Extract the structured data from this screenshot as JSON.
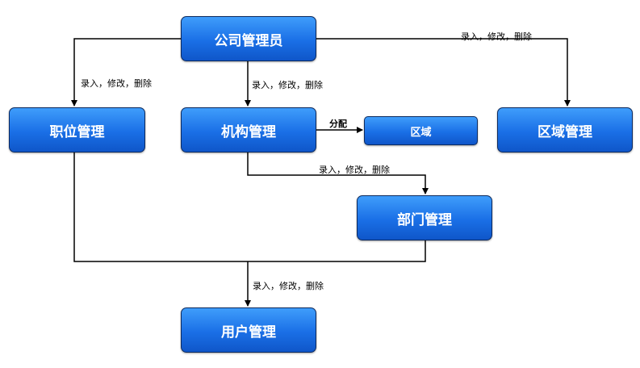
{
  "nodes": {
    "admin": "公司管理员",
    "position_mgmt": "职位管理",
    "org_mgmt": "机构管理",
    "region": "区域",
    "region_mgmt": "区域管理",
    "dept_mgmt": "部门管理",
    "user_mgmt": "用户管理"
  },
  "edge_labels": {
    "admin_to_position": "录入，修改，删除",
    "admin_to_org": "录入，修改，删除",
    "admin_to_region_mgmt": "录入，修改，删除",
    "org_to_region": "分配",
    "org_to_dept": "录入，修改，删除",
    "to_user": "录入，修改，删除"
  },
  "colors": {
    "node_top": "#3f9dfb",
    "node_bottom": "#0f56c9",
    "node_border": "#0d2a5e",
    "line": "#000000"
  }
}
